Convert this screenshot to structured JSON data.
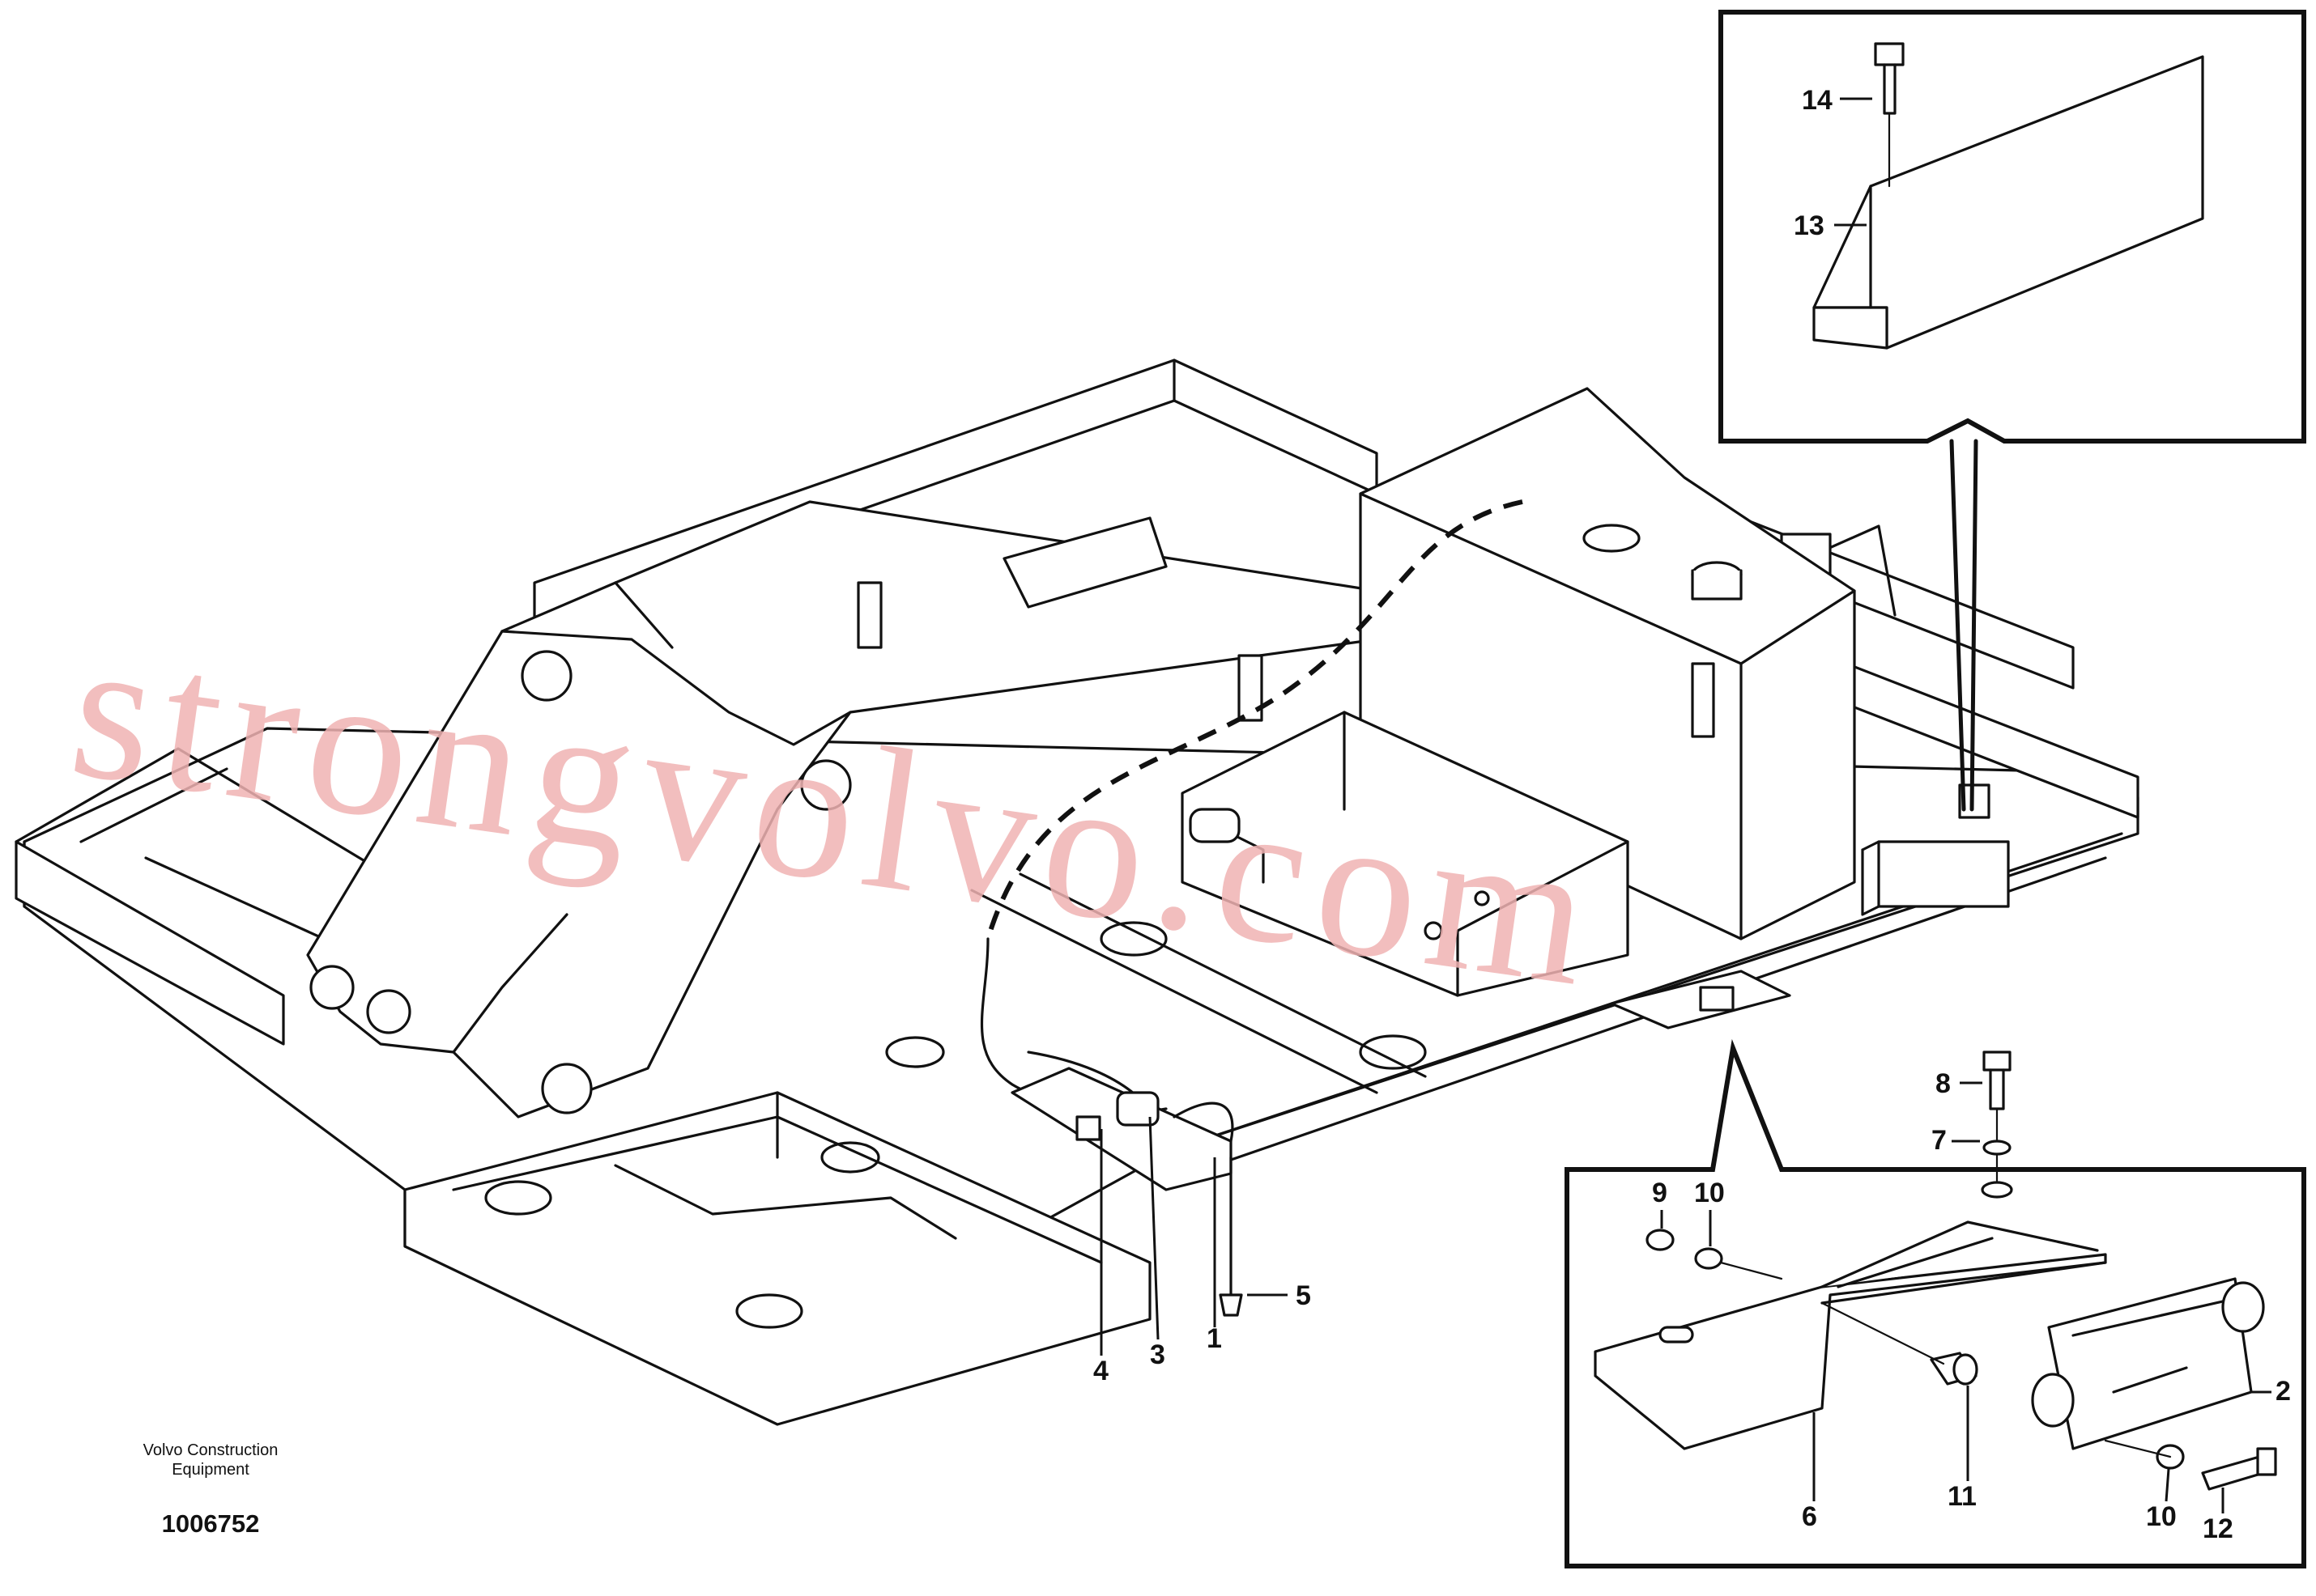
{
  "watermark": "strongvolvo.com",
  "footer": {
    "maker": "Volvo Construction Equipment",
    "code": "1006752"
  },
  "callouts": {
    "c1": "1",
    "c2": "2",
    "c3": "3",
    "c4": "4",
    "c5": "5",
    "c6": "6",
    "c7": "7",
    "c8": "8",
    "c9": "9",
    "c10a": "10",
    "c10b": "10",
    "c11": "11",
    "c12": "12",
    "c13": "13",
    "c14": "14"
  }
}
